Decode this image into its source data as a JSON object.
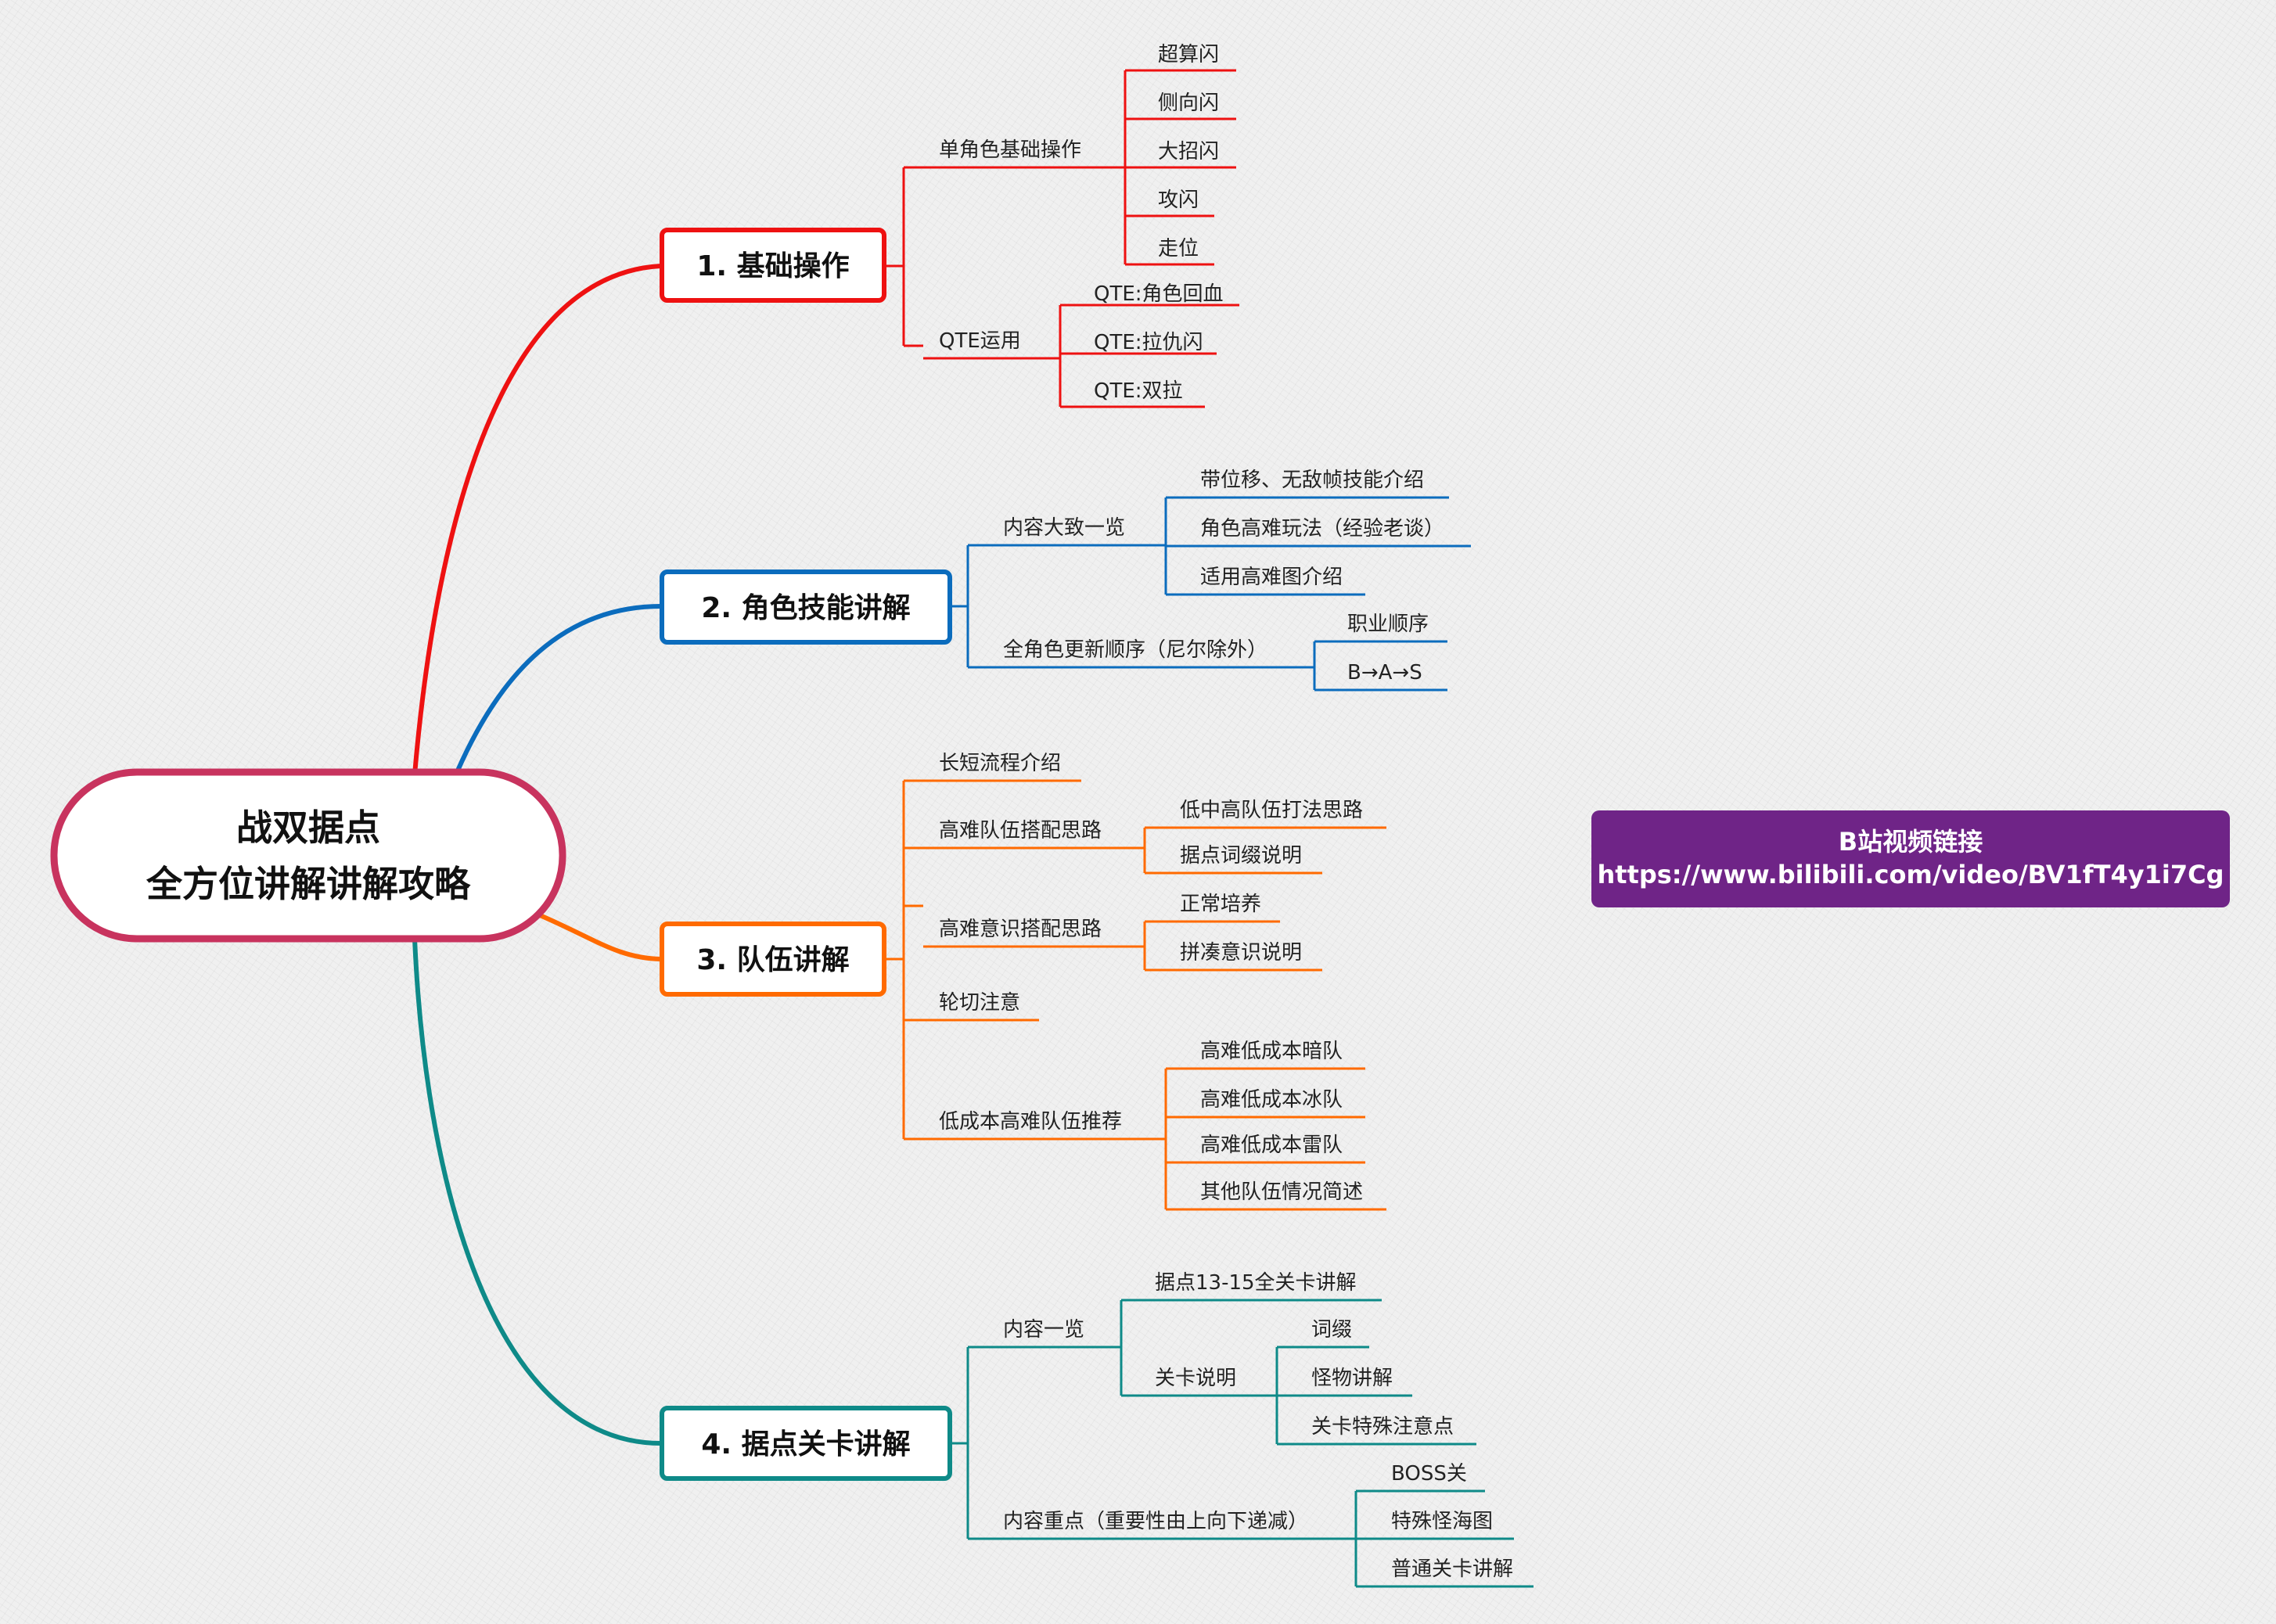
{
  "colors": {
    "b1": "#ee1111",
    "b2": "#0b6cbd",
    "b3": "#ff6a00",
    "b4": "#0e8a88",
    "center_border": "#c8335e",
    "link_box": "#6f2487"
  },
  "center": {
    "line1": "战双据点",
    "line2": "全方位讲解讲解攻略"
  },
  "branches": {
    "b1": {
      "title": "1. 基础操作",
      "c1": {
        "label": "单角色基础操作",
        "items": [
          "超算闪",
          "侧向闪",
          "大招闪",
          "攻闪",
          "走位"
        ]
      },
      "c2": {
        "label": "QTE运用",
        "items": [
          "QTE:角色回血",
          "QTE:拉仇闪",
          "QTE:双拉"
        ]
      }
    },
    "b2": {
      "title": "2. 角色技能讲解",
      "c1": {
        "label": "内容大致一览",
        "items": [
          "带位移、无敌帧技能介绍",
          "角色高难玩法（经验老谈）",
          "适用高难图介绍"
        ]
      },
      "c2": {
        "label": "全角色更新顺序（尼尔除外）",
        "items": [
          "职业顺序",
          "B→A→S"
        ]
      }
    },
    "b3": {
      "title": "3. 队伍讲解",
      "c1": {
        "label": "长短流程介绍"
      },
      "c2": {
        "label": "高难队伍搭配思路",
        "items": [
          "低中高队伍打法思路",
          "据点词缀说明"
        ]
      },
      "c3": {
        "label": "高难意识搭配思路",
        "items": [
          "正常培养",
          "拼凑意识说明"
        ]
      },
      "c4": {
        "label": "轮切注意"
      },
      "c5": {
        "label": "低成本高难队伍推荐",
        "items": [
          "高难低成本暗队",
          "高难低成本冰队",
          "高难低成本雷队",
          "其他队伍情况简述"
        ]
      }
    },
    "b4": {
      "title": "4. 据点关卡讲解",
      "c1": {
        "label": "内容一览",
        "g1": "据点13-15全关卡讲解",
        "g2": {
          "label": "关卡说明",
          "items": [
            "词缀",
            "怪物讲解",
            "关卡特殊注意点"
          ]
        }
      },
      "c2": {
        "label": "内容重点（重要性由上向下递减）",
        "items": [
          "BOSS关",
          "特殊怪海图",
          "普通关卡讲解"
        ]
      }
    }
  },
  "link": {
    "title": "B站视频链接",
    "url": "https://www.bilibili.com/video/BV1fT4y1i7Cg"
  }
}
